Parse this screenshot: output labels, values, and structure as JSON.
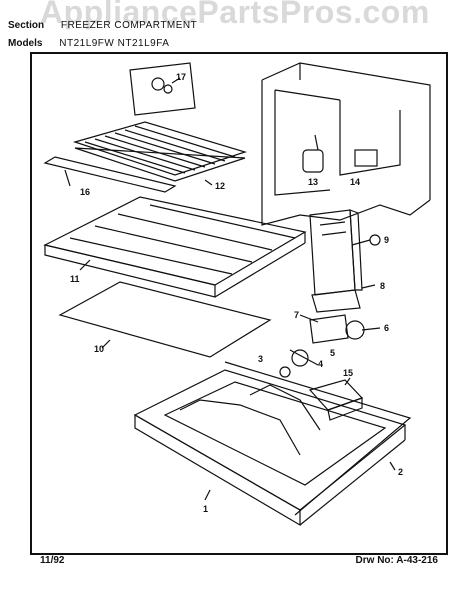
{
  "watermark": "AppliancePartsPros.com",
  "header": {
    "section_label": "Section",
    "section_value": "FREEZER COMPARTMENT",
    "models_label": "Models",
    "models_value": "NT21L9FW  NT21L9FA"
  },
  "footer": {
    "date": "11/92",
    "drawing_label": "Drw No:",
    "drawing_number": "A-43-216"
  },
  "callouts": [
    "17",
    "16",
    "12",
    "11",
    "10",
    "13",
    "14",
    "9",
    "8",
    "7",
    "6",
    "5",
    "4",
    "3",
    "15",
    "2",
    "1"
  ]
}
